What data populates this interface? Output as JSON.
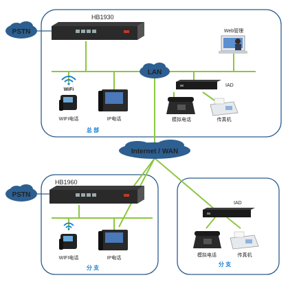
{
  "hq": {
    "device_label": "HB1930",
    "web_admin_label": "Web管理",
    "lan_label": "LAN",
    "iad_label": "IAD",
    "wifi_badge": "WiFi",
    "wifi_phone_label": "WIFI电话",
    "ip_phone_label": "IP电话",
    "analog_phone_label": "模拟电话",
    "fax_label": "传真机",
    "section_label": "总 部"
  },
  "pstn_label": "PSTN",
  "internet_label": "Internet / WAN",
  "branch1": {
    "device_label": "HB1960",
    "wifi_phone_label": "WIFI电话",
    "ip_phone_label": "IP电话",
    "section_label": "分 支"
  },
  "branch2": {
    "iad_label": "IAD",
    "analog_phone_label": "模拟电话",
    "fax_label": "传真机",
    "section_label": "分 支"
  },
  "colors": {
    "line_green": "#8cc63f",
    "frame_blue": "#2b5b8c",
    "cloud_blue": "#2d5f91",
    "section_blue": "#1a7fd0"
  }
}
